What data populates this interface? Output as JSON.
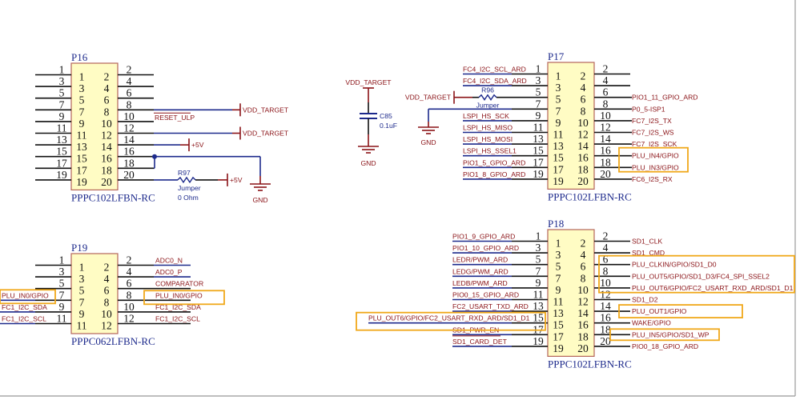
{
  "colors": {
    "wire_black": "#111111",
    "wire_blue": "#1d2a8c",
    "power_red": "#8a1216",
    "net_label": "#8a1216",
    "component_blue": "#1d2a8c",
    "box_fill": "#fffcc4",
    "box_stroke": "#b5655a",
    "highlight": "#f0a81a",
    "border": "#a8a8a8"
  },
  "connectors": [
    {
      "id": "P16",
      "ref": "P16",
      "part": "PPPC102LFBN-RC",
      "pins": 20,
      "left_nets": [
        "",
        "",
        "",
        "",
        "",
        "",
        "",
        "",
        "",
        ""
      ],
      "right_nets": [
        "",
        "",
        "",
        "VDD_TARGET",
        "RESET_ULP",
        "VDD_TARGET",
        "+5V",
        "GND",
        "GND",
        "+5V"
      ]
    },
    {
      "id": "P17",
      "ref": "P17",
      "part": "PPPC102LFBN-RC",
      "pins": 20,
      "left_nets": [
        "FC4_I2C_SCL_ARD",
        "FC4_I2C_SDA_ARD",
        "VDD_TARGET",
        "GND",
        "LSPI_HS_SCK",
        "LSPI_HS_MISO",
        "LSPI_HS_MOSI",
        "LSPI_HS_SSEL1",
        "PIO1_5_GPIO_ARD",
        "PIO1_8_GPIO_ARD"
      ],
      "right_nets": [
        "",
        "",
        "PIO1_11_GPIO_ARD",
        "P0_5-ISP1",
        "FC7_I2S_TX",
        "FC7_I2S_WS",
        "FC7_I2S_SCK",
        "PLU_IN4/GPIO",
        "PLU_IN3/GPIO",
        "FC6_I2S_RX"
      ]
    },
    {
      "id": "P19",
      "ref": "P19",
      "part": "PPPC062LFBN-RC",
      "pins": 12,
      "left_nets": [
        "",
        "",
        "",
        "PLU_IN0/GPIO",
        "FC1_I2C_SDA",
        "FC1_I2C_SCL"
      ],
      "right_nets": [
        "ADC0_N",
        "ADC0_P",
        "COMPARATOR",
        "PLU_IN0/GPIO",
        "FC1_I2C_SDA",
        "FC1_I2C_SCL"
      ]
    },
    {
      "id": "P18",
      "ref": "P18",
      "part": "PPPC102LFBN-RC",
      "pins": 20,
      "left_nets": [
        "PIO1_9_GPIO_ARD",
        "PIO1_10_GPIO_ARD",
        "LEDR/PWM_ARD",
        "LEDG/PWM_ARD",
        "LEDB/PWM_ARD",
        "PIO0_15_GPIO_ARD",
        "FC2_USART_TXD_ARD",
        "PLU_OUT6/GPIO/FC2_USART_RXD_ARD/SD1_D1",
        "SD1_PWR_EN",
        "SD1_CARD_DET"
      ],
      "right_nets": [
        "SD1_CLK",
        "SD1_CMD",
        "PLU_CLKIN/GPIO/SD1_D0",
        "PLU_OUT5/GPIO/SD1_D3/FC4_SPI_SSEL2",
        "PLU_OUT6/GPIO/FC2_USART_RXD_ARD/SD1_D1",
        "SD1_D2",
        "PLU_OUT1/GPIO",
        "WAKE/GPIO",
        "PLU_IN5/GPIO/SD1_WP",
        "PIO0_18_GPIO_ARD"
      ]
    }
  ],
  "components": {
    "R97": {
      "ref": "R97",
      "value": "Jumper",
      "value2": "0 Ohm"
    },
    "R96": {
      "ref": "R96",
      "value": "Jumper"
    },
    "C85": {
      "ref": "C85",
      "value": "0.1uF"
    }
  },
  "power_labels": {
    "vdd_target": "VDD_TARGET",
    "plus5v": "+5V",
    "gnd": "GND"
  },
  "highlighted_nets": [
    "P17:PLU_IN4/GPIO",
    "P17:PLU_IN3/GPIO",
    "P19:PLU_IN0/GPIO (left)",
    "P19:PLU_IN0/GPIO (right)",
    "P18:PLU_OUT6/GPIO/FC2_USART_RXD_ARD/SD1_D1 (left)",
    "P18:PLU_CLKIN/GPIO/SD1_D0",
    "P18:PLU_OUT5/GPIO/SD1_D3/FC4_SPI_SSEL2",
    "P18:PLU_OUT6/GPIO/FC2_USART_RXD_ARD/SD1_D1",
    "P18:PLU_OUT1/GPIO",
    "P18:PLU_IN5/GPIO/SD1_WP"
  ]
}
